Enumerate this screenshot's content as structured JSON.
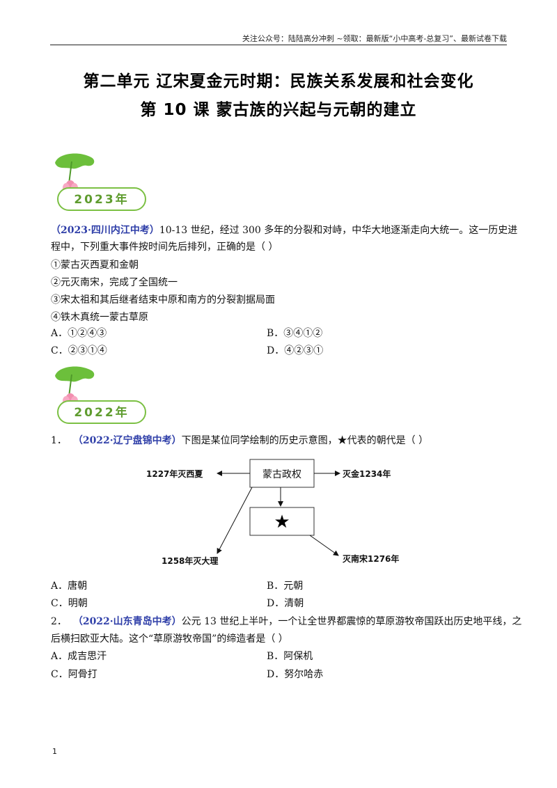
{
  "header": {
    "text": "关注公众号：陆陆高分冲刺   ~领取：最新版“小中高考-总复习”、最新试卷下载"
  },
  "titles": {
    "unit": "第二单元    辽宋夏金元时期：民族关系发展和社会变化",
    "lesson": "第 10 课    蒙古族的兴起与元朝的建立"
  },
  "badges": {
    "year_2023": "2023年",
    "year_2022": "2022年"
  },
  "q2023": {
    "source": "（2023·四川内江中考）",
    "stem_line1": "10-13 世纪，经过 300 多年的分裂和对峙，中华大地逐渐走向大统一。这一历史进",
    "stem_line2": "程中，下列重大事件按时间先后排列，正确的是（        ）",
    "items": [
      "①蒙古灭西夏和金朝",
      "②元灭南宋，完成了全国统一",
      "③宋太祖和其后继者结束中原和南方的分裂割据局面",
      "④铁木真统一蒙古草原"
    ],
    "options": {
      "A": "A．①②④③",
      "B": "B．③④①②",
      "C": "C．②③①④",
      "D": "D．④②③①"
    }
  },
  "q1": {
    "number": "1．",
    "source": "（2022·辽宁盘锦中考）",
    "stem": "下图是某位同学绘制的历史示意图，★代表的朝代是（        ）",
    "diagram": {
      "center": "蒙古政权",
      "left": "1227年灭西夏",
      "right": "灭金1234年",
      "bottom_left": "1258年灭大理",
      "bottom_right": "灭南宋1276年",
      "star": "★"
    },
    "options": {
      "A": "A．唐朝",
      "B": "B．元朝",
      "C": "C．明朝",
      "D": "D．清朝"
    }
  },
  "q2": {
    "number": "2．",
    "source": "（2022·山东青岛中考）",
    "stem_line1": "公元 13 世纪上半叶，一个让全世界都震惊的草原游牧帝国跃出历史地平线，之",
    "stem_line2": "后横扫欧亚大陆。这个“草原游牧帝国”的缔造者是（        ）",
    "options": {
      "A": "A．成吉思汗",
      "B": "B．阿保机",
      "C": "C．阿骨打",
      "D": "D．努尔哈赤"
    }
  },
  "footer": {
    "page_number": "1"
  }
}
